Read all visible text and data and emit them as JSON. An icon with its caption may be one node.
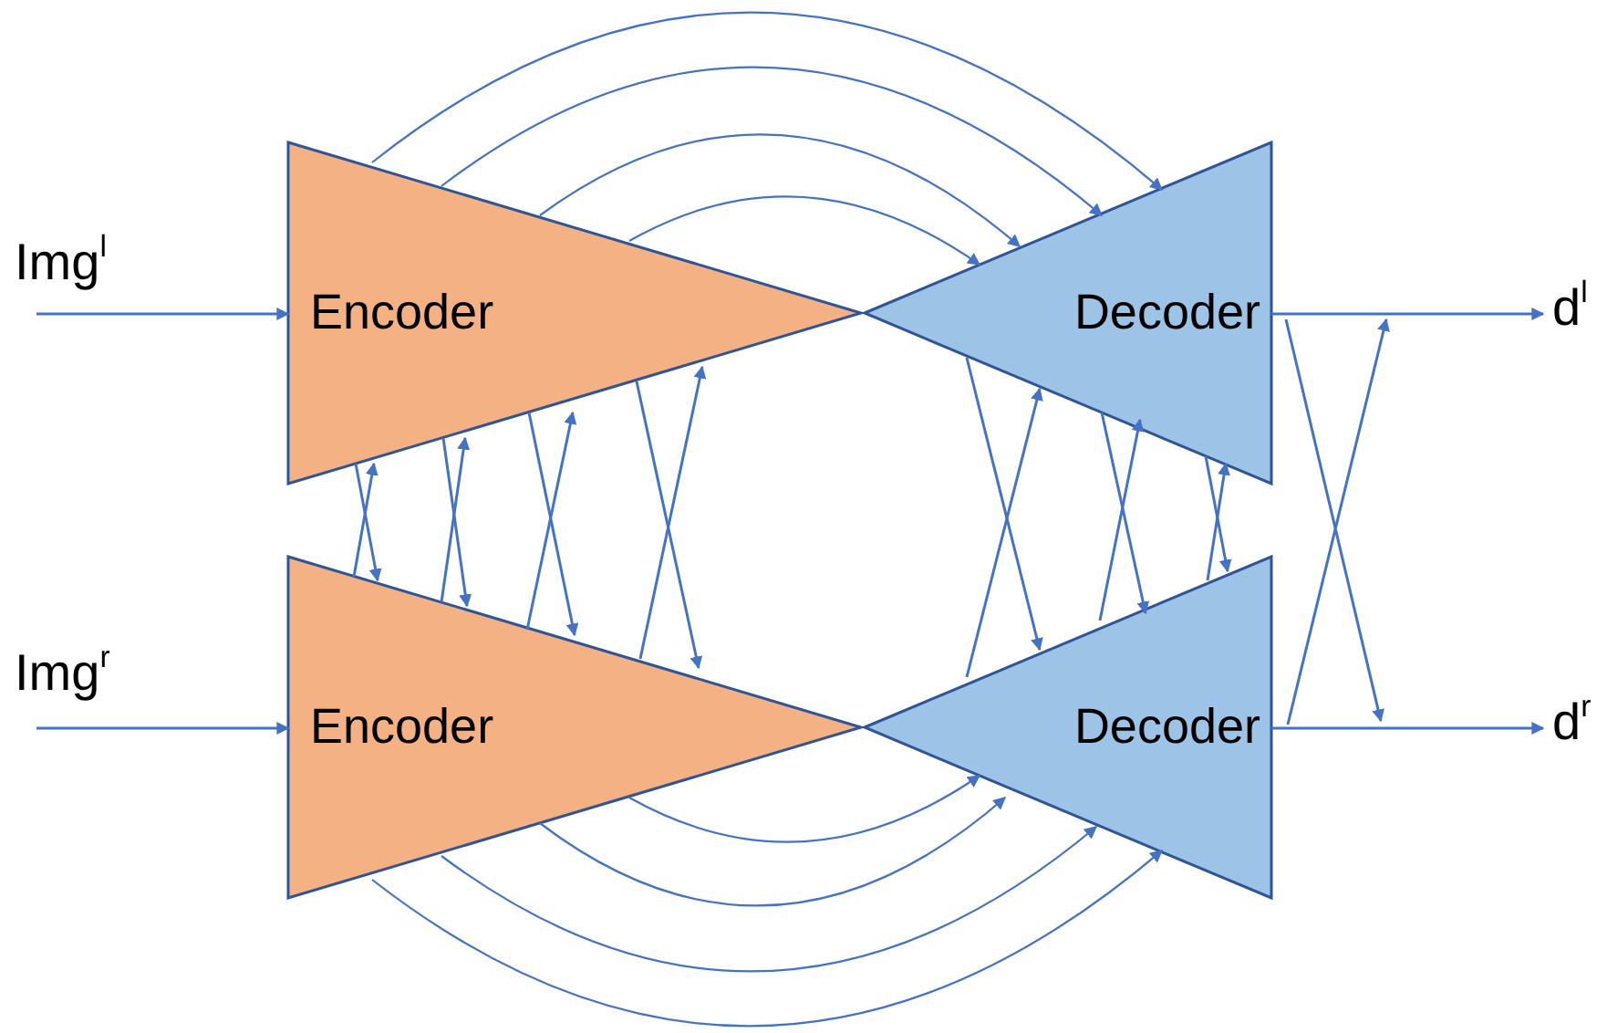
{
  "diagram": {
    "nodes": [
      {
        "text": [
          "Img$^{l}$"
        ]
      },
      {
        "text": [
          "Encoder"
        ]
      },
      {
        "text": [
          "Decoder"
        ]
      },
      {
        "text": [
          "d$^{l}$"
        ]
      },
      {
        "text": [
          "Img$^{r}$"
        ]
      },
      {
        "text": [
          "Encoder"
        ]
      },
      {
        "text": [
          "Decoder"
        ]
      },
      {
        "text": [
          "d$^{r}$"
        ]
      }
    ],
    "edges": [
      {
        "from": 0,
        "to": 1,
        "arrow": "to"
      },
      {
        "from": 4,
        "to": 5,
        "arrow": "to"
      },
      {
        "from": 1,
        "to": 2,
        "arrow": "to"
      },
      {
        "from": 1,
        "to": 2,
        "arrow": "to"
      },
      {
        "from": 1,
        "to": 2,
        "arrow": "to"
      },
      {
        "from": 1,
        "to": 2,
        "arrow": "to"
      },
      {
        "from": 5,
        "to": 6,
        "arrow": "to"
      },
      {
        "from": 5,
        "to": 6,
        "arrow": "to"
      },
      {
        "from": 5,
        "to": 6,
        "arrow": "to"
      },
      {
        "from": 5,
        "to": 6,
        "arrow": "to"
      },
      {
        "from": 1,
        "to": 5,
        "arrow": "to"
      },
      {
        "from": 1,
        "to": 5,
        "arrow": "to"
      },
      {
        "from": 1,
        "to": 5,
        "arrow": "to"
      },
      {
        "from": 1,
        "to": 5,
        "arrow": "to"
      },
      {
        "from": 5,
        "to": 1,
        "arrow": "to"
      },
      {
        "from": 5,
        "to": 1,
        "arrow": "to"
      },
      {
        "from": 5,
        "to": 1,
        "arrow": "to"
      },
      {
        "from": 5,
        "to": 1,
        "arrow": "to"
      },
      {
        "from": 2,
        "to": 6,
        "arrow": "to"
      },
      {
        "from": 2,
        "to": 6,
        "arrow": "to"
      },
      {
        "from": 2,
        "to": 6,
        "arrow": "to"
      },
      {
        "from": 6,
        "to": 2,
        "arrow": "to"
      },
      {
        "from": 6,
        "to": 2,
        "arrow": "to"
      },
      {
        "from": 6,
        "to": 2,
        "arrow": "to"
      },
      {
        "from": 2,
        "to": 3,
        "arrow": "to"
      },
      {
        "from": 2,
        "to": null,
        "arrow": "to"
      },
      {
        "from": 6,
        "to": 7,
        "arrow": "to"
      },
      {
        "from": 6,
        "to": null,
        "arrow": "to"
      }
    ]
  }
}
